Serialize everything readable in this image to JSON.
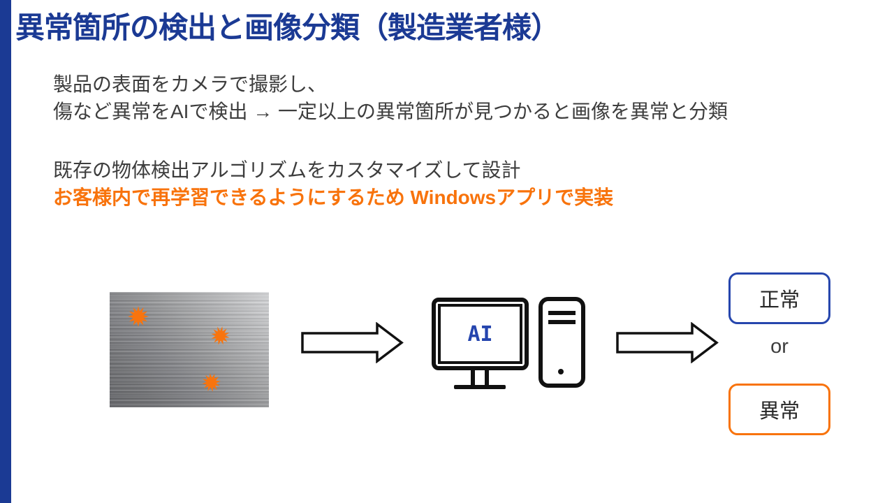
{
  "title": "異常箇所の検出と画像分類（製造業者様）",
  "intro": {
    "line1": "製品の表面をカメラで撮影し、",
    "line2": "傷など異常をAIで検出 → 一定以上の異常箇所が見つかると画像を異常と分類"
  },
  "design": {
    "line1": "既存の物体検出アルゴリズムをカスタマイズして設計",
    "line2": "お客様内で再学習できるようにするため Windowsアプリで実装"
  },
  "diagram": {
    "ai_label": "AI",
    "or_label": "or",
    "normal_label": "正常",
    "abnormal_label": "異常",
    "defect_count": 3
  },
  "colors": {
    "accent_blue": "#1b3a94",
    "accent_orange": "#f8730c",
    "result_box_blue": "#2646ad",
    "result_box_orange": "#f8730c",
    "icon_black": "#111111",
    "body_text": "#3d3d3d"
  },
  "icons": {
    "defect-starburst-icon": "orange 12-point starburst",
    "flow-arrow-icon": "hollow right-pointing block arrow",
    "monitor-icon": "desktop monitor outline with stand",
    "tower-icon": "pc tower outline with vents and power dot"
  }
}
